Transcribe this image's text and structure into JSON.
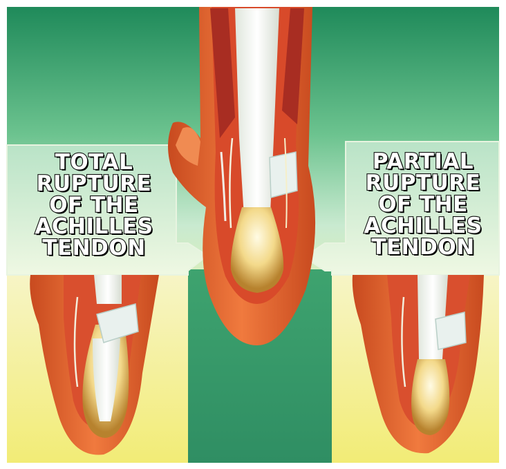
{
  "labels": {
    "total_rupture": [
      "TOTAL",
      "RUPTURE",
      "OF THE",
      "ACHILLES",
      "TENDON"
    ],
    "partial_rupture": [
      "PARTIAL",
      "RUPTURE",
      "OF THE",
      "ACHILLES",
      "TENDON"
    ]
  },
  "colors": {
    "background_top": "#1f8a5a",
    "background_mid": "#bfe6c8",
    "background_bottom": "#f3ef7a",
    "skin": "#e0622c",
    "muscle": "#b2352a",
    "tendon": "#f4f6ee",
    "label_panel": "#ecf7e0"
  }
}
